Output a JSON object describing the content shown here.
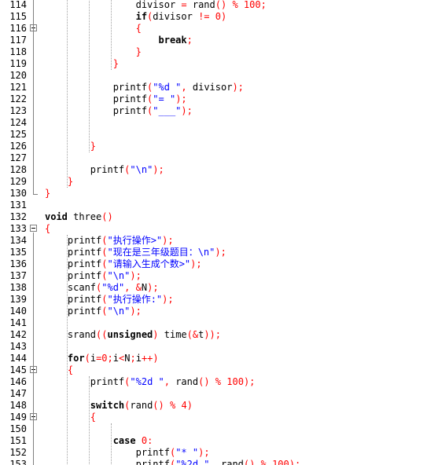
{
  "editor": {
    "colors": {
      "background": "#ffffff",
      "keyword": "#000000",
      "string": "#0000ff",
      "number": "#ff0000",
      "operator": "#ff0000",
      "line_number": "#000000",
      "fold_marker": "#808080"
    },
    "lines": [
      {
        "n": "114",
        "indent": 0,
        "tokens": [
          [
            "plain",
            "                divisor "
          ],
          [
            "op",
            "="
          ],
          [
            "plain",
            " rand"
          ],
          [
            "op",
            "()"
          ],
          [
            "plain",
            " "
          ],
          [
            "op",
            "%"
          ],
          [
            "plain",
            " "
          ],
          [
            "num",
            "100"
          ],
          [
            "op",
            ";"
          ]
        ]
      },
      {
        "n": "115",
        "indent": 0,
        "tokens": [
          [
            "plain",
            "                "
          ],
          [
            "kw",
            "if"
          ],
          [
            "op",
            "("
          ],
          [
            "plain",
            "divisor "
          ],
          [
            "op",
            "!="
          ],
          [
            "plain",
            " "
          ],
          [
            "num",
            "0"
          ],
          [
            "op",
            ")"
          ]
        ]
      },
      {
        "n": "116",
        "fold": true,
        "tokens": [
          [
            "plain",
            "                "
          ],
          [
            "br",
            "{"
          ]
        ]
      },
      {
        "n": "117",
        "tokens": [
          [
            "plain",
            "                    "
          ],
          [
            "kw",
            "break"
          ],
          [
            "op",
            ";"
          ]
        ]
      },
      {
        "n": "118",
        "tokens": [
          [
            "plain",
            "                "
          ],
          [
            "br",
            "}"
          ]
        ]
      },
      {
        "n": "119",
        "tokens": [
          [
            "plain",
            "            "
          ],
          [
            "br",
            "}"
          ]
        ]
      },
      {
        "n": "120",
        "tokens": []
      },
      {
        "n": "121",
        "tokens": [
          [
            "plain",
            "            printf"
          ],
          [
            "op",
            "("
          ],
          [
            "str",
            "\"%d \""
          ],
          [
            "op",
            ","
          ],
          [
            "plain",
            " divisor"
          ],
          [
            "op",
            ");"
          ]
        ]
      },
      {
        "n": "122",
        "tokens": [
          [
            "plain",
            "            printf"
          ],
          [
            "op",
            "("
          ],
          [
            "str",
            "\"= \""
          ],
          [
            "op",
            ");"
          ]
        ]
      },
      {
        "n": "123",
        "tokens": [
          [
            "plain",
            "            printf"
          ],
          [
            "op",
            "("
          ],
          [
            "str",
            "\"___\""
          ],
          [
            "op",
            ");"
          ]
        ]
      },
      {
        "n": "124",
        "tokens": []
      },
      {
        "n": "125",
        "tokens": []
      },
      {
        "n": "126",
        "tokens": [
          [
            "plain",
            "        "
          ],
          [
            "br",
            "}"
          ]
        ]
      },
      {
        "n": "127",
        "tokens": []
      },
      {
        "n": "128",
        "tokens": [
          [
            "plain",
            "        printf"
          ],
          [
            "op",
            "("
          ],
          [
            "str",
            "\"\\n\""
          ],
          [
            "op",
            ");"
          ]
        ]
      },
      {
        "n": "129",
        "tokens": [
          [
            "plain",
            "    "
          ],
          [
            "br",
            "}"
          ]
        ]
      },
      {
        "n": "130",
        "foldend": true,
        "tokens": [
          [
            "br",
            "}"
          ]
        ]
      },
      {
        "n": "131",
        "tokens": []
      },
      {
        "n": "132",
        "tokens": [
          [
            "kw",
            "void"
          ],
          [
            "plain",
            " three"
          ],
          [
            "op",
            "()"
          ]
        ]
      },
      {
        "n": "133",
        "fold": true,
        "tokens": [
          [
            "br",
            "{"
          ]
        ]
      },
      {
        "n": "134",
        "tokens": [
          [
            "plain",
            "    printf"
          ],
          [
            "op",
            "("
          ],
          [
            "str",
            "\"执行操作>\""
          ],
          [
            "op",
            ");"
          ]
        ]
      },
      {
        "n": "135",
        "tokens": [
          [
            "plain",
            "    printf"
          ],
          [
            "op",
            "("
          ],
          [
            "str",
            "\"现在是三年级题目：\\n\""
          ],
          [
            "op",
            ");"
          ]
        ]
      },
      {
        "n": "136",
        "tokens": [
          [
            "plain",
            "    printf"
          ],
          [
            "op",
            "("
          ],
          [
            "str",
            "\"请输入生成个数>\""
          ],
          [
            "op",
            ");"
          ]
        ]
      },
      {
        "n": "137",
        "tokens": [
          [
            "plain",
            "    printf"
          ],
          [
            "op",
            "("
          ],
          [
            "str",
            "\"\\n\""
          ],
          [
            "op",
            ");"
          ]
        ]
      },
      {
        "n": "138",
        "tokens": [
          [
            "plain",
            "    scanf"
          ],
          [
            "op",
            "("
          ],
          [
            "str",
            "\"%d\""
          ],
          [
            "op",
            ","
          ],
          [
            "plain",
            " "
          ],
          [
            "op",
            "&"
          ],
          [
            "plain",
            "N"
          ],
          [
            "op",
            ");"
          ]
        ]
      },
      {
        "n": "139",
        "tokens": [
          [
            "plain",
            "    printf"
          ],
          [
            "op",
            "("
          ],
          [
            "str",
            "\"执行操作:\""
          ],
          [
            "op",
            ");"
          ]
        ]
      },
      {
        "n": "140",
        "tokens": [
          [
            "plain",
            "    printf"
          ],
          [
            "op",
            "("
          ],
          [
            "str",
            "\"\\n\""
          ],
          [
            "op",
            ");"
          ]
        ]
      },
      {
        "n": "141",
        "tokens": []
      },
      {
        "n": "142",
        "tokens": [
          [
            "plain",
            "    srand"
          ],
          [
            "op",
            "(("
          ],
          [
            "kw",
            "unsigned"
          ],
          [
            "op",
            ")"
          ],
          [
            "plain",
            " time"
          ],
          [
            "op",
            "(&"
          ],
          [
            "plain",
            "t"
          ],
          [
            "op",
            "));"
          ]
        ]
      },
      {
        "n": "143",
        "tokens": []
      },
      {
        "n": "144",
        "tokens": [
          [
            "plain",
            "    "
          ],
          [
            "kw",
            "for"
          ],
          [
            "op",
            "("
          ],
          [
            "plain",
            "i"
          ],
          [
            "op",
            "="
          ],
          [
            "num",
            "0"
          ],
          [
            "op",
            ";"
          ],
          [
            "plain",
            "i"
          ],
          [
            "op",
            "<"
          ],
          [
            "plain",
            "N"
          ],
          [
            "op",
            ";"
          ],
          [
            "plain",
            "i"
          ],
          [
            "op",
            "++)"
          ]
        ]
      },
      {
        "n": "145",
        "fold": true,
        "tokens": [
          [
            "plain",
            "    "
          ],
          [
            "br",
            "{"
          ]
        ]
      },
      {
        "n": "146",
        "tokens": [
          [
            "plain",
            "        printf"
          ],
          [
            "op",
            "("
          ],
          [
            "str",
            "\"%2d \""
          ],
          [
            "op",
            ","
          ],
          [
            "plain",
            " rand"
          ],
          [
            "op",
            "()"
          ],
          [
            "plain",
            " "
          ],
          [
            "op",
            "%"
          ],
          [
            "plain",
            " "
          ],
          [
            "num",
            "100"
          ],
          [
            "op",
            ");"
          ]
        ]
      },
      {
        "n": "147",
        "tokens": []
      },
      {
        "n": "148",
        "tokens": [
          [
            "plain",
            "        "
          ],
          [
            "kw",
            "switch"
          ],
          [
            "op",
            "("
          ],
          [
            "plain",
            "rand"
          ],
          [
            "op",
            "()"
          ],
          [
            "plain",
            " "
          ],
          [
            "op",
            "%"
          ],
          [
            "plain",
            " "
          ],
          [
            "num",
            "4"
          ],
          [
            "op",
            ")"
          ]
        ]
      },
      {
        "n": "149",
        "fold": true,
        "tokens": [
          [
            "plain",
            "        "
          ],
          [
            "br",
            "{"
          ]
        ]
      },
      {
        "n": "150",
        "tokens": []
      },
      {
        "n": "151",
        "tokens": [
          [
            "plain",
            "            "
          ],
          [
            "kw",
            "case"
          ],
          [
            "plain",
            " "
          ],
          [
            "num",
            "0"
          ],
          [
            "op",
            ":"
          ]
        ]
      },
      {
        "n": "152",
        "tokens": [
          [
            "plain",
            "                printf"
          ],
          [
            "op",
            "("
          ],
          [
            "str",
            "\"* \""
          ],
          [
            "op",
            ");"
          ]
        ]
      },
      {
        "n": "153",
        "tokens": [
          [
            "plain",
            "                printf"
          ],
          [
            "op",
            "("
          ],
          [
            "str",
            "\"%2d \""
          ],
          [
            "op",
            ","
          ],
          [
            "plain",
            " rand"
          ],
          [
            "op",
            "()"
          ],
          [
            "plain",
            " "
          ],
          [
            "op",
            "%"
          ],
          [
            "plain",
            " "
          ],
          [
            "num",
            "100"
          ],
          [
            "op",
            ");"
          ]
        ]
      }
    ]
  }
}
